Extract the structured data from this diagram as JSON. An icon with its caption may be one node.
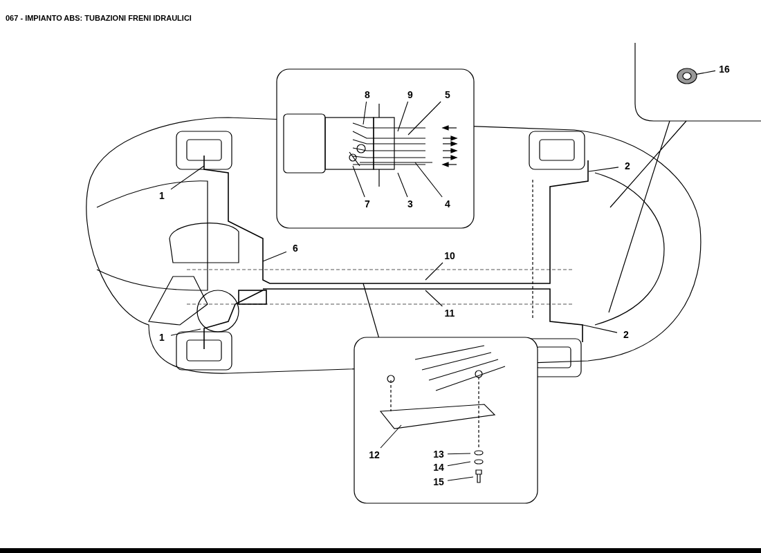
{
  "diagram": {
    "title": "067 - IMPIANTO ABS: TUBAZIONI FRENI IDRAULICI",
    "nodes": [
      {
        "text": [
          "1"
        ]
      },
      {
        "text": [
          "1"
        ]
      },
      {
        "text": [
          "2"
        ]
      },
      {
        "text": [
          "2"
        ]
      },
      {
        "text": [
          "3"
        ]
      },
      {
        "text": [
          "4"
        ]
      },
      {
        "text": [
          "5"
        ]
      },
      {
        "text": [
          "6"
        ]
      },
      {
        "text": [
          "7"
        ]
      },
      {
        "text": [
          "8"
        ]
      },
      {
        "text": [
          "9"
        ]
      },
      {
        "text": [
          "10"
        ]
      },
      {
        "text": [
          "11"
        ]
      },
      {
        "text": [
          "12"
        ]
      },
      {
        "text": [
          "13"
        ]
      },
      {
        "text": [
          "14"
        ]
      },
      {
        "text": [
          "15"
        ]
      },
      {
        "text": [
          "16"
        ]
      },
      {
        "text": [],
        "shape": "picture"
      }
    ],
    "edges": [
      {
        "from": 0,
        "to": null,
        "arrow": "none"
      },
      {
        "from": 1,
        "to": null,
        "arrow": "none"
      },
      {
        "from": 2,
        "to": null,
        "arrow": "none"
      },
      {
        "from": 3,
        "to": null,
        "arrow": "none"
      },
      {
        "from": 4,
        "to": null,
        "arrow": "none"
      },
      {
        "from": 5,
        "to": null,
        "arrow": "none"
      },
      {
        "from": 6,
        "to": null,
        "arrow": "none"
      },
      {
        "from": 7,
        "to": null,
        "arrow": "none"
      },
      {
        "from": 8,
        "to": null,
        "arrow": "none"
      },
      {
        "from": 9,
        "to": null,
        "arrow": "none"
      },
      {
        "from": 10,
        "to": null,
        "arrow": "none"
      },
      {
        "from": 11,
        "to": null,
        "arrow": "none"
      },
      {
        "from": 12,
        "to": null,
        "arrow": "none"
      },
      {
        "from": 13,
        "to": null,
        "arrow": "none"
      },
      {
        "from": 14,
        "to": null,
        "arrow": "none"
      },
      {
        "from": 15,
        "to": null,
        "arrow": "none"
      },
      {
        "from": 16,
        "to": null,
        "arrow": "none"
      },
      {
        "from": 17,
        "to": 18,
        "arrow": "none"
      }
    ]
  }
}
